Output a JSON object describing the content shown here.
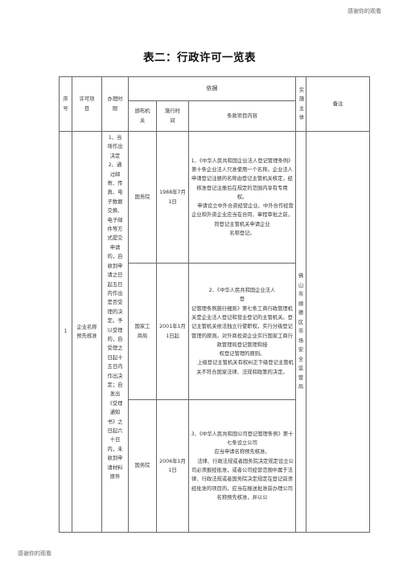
{
  "header_note": "感谢你的观看",
  "footer_note": "感谢你的观看",
  "title": "表二：行政许可一览表",
  "columns": {
    "seq": "序号",
    "item": "许可项目",
    "period": "办理时限",
    "basis": "依据",
    "org": "颁布机关",
    "date": "施行时间",
    "clause": "条款项目内容",
    "subject": "实施主体",
    "remark": "备注"
  },
  "row": {
    "seq": "1",
    "item": "企业名称预先核准",
    "period": "1、当场作出决定2、通过邮寄、传真、电子数据交换、电子邮件等方式提交申请的，自收到申请之日起五日内作出是否受理的决定。予以受理的，自受理之日起十五日内作出决定；自发出《受理通知书》之日起六十日内，未收到申请材料原件",
    "subject": "佛山市顺德区市场安全监管局",
    "remark": ""
  },
  "basis": [
    {
      "org": "国务院",
      "date": "1988年7月1日",
      "clause_main": "1、《中华人民共和国企业法人登记管理条例》第十条企业法人只准使用一个名称。企业法人申请登记注册的名称由登记主管机关核定，经核准登记注册后在规定的范围内享有专用",
      "clause_center": "权。",
      "clause_rest": "申请设立中外合资经营企业、中外合作经营企业和外资企业应当在合同、章程审批之前，同登记主管机关申请企业",
      "clause_tail": "名称登记。"
    },
    {
      "org": "国家工商局",
      "date": "2001年1月1日起",
      "clause_head": "2、《中华人民共和国企业法人",
      "clause_center": "登",
      "clause_main": "记管理条例施行细则》第七条工商行政管理机关是企业法人登记和营业登记的主管机关。登记主管机关依法独立行使职权，实行分级登记管理的原则。对外商投资企业实行国家工商行政管理局登记管理和授",
      "clause_center2": "权登记管理的原则。",
      "clause_rest": "上级登记主管机关有权纠正下级登记主管机关不符合国家法律、法规和政策的决定。"
    },
    {
      "org": "国务院",
      "date": "2006年1月1日",
      "clause_head": "3、《中华人民共和国公司登记管理条例》第十七条设立公司",
      "clause_center": "应当申请名称预先核准。",
      "clause_main": "法律、行政法规或者国务院决定规定设立公司必须报经批准，或者公司经营范围中属于法律、行政法规或者国务院决定规定在登记前须经批准的项目的，应当在报送批准前办理公司名称预先核准，并以公"
    }
  ]
}
